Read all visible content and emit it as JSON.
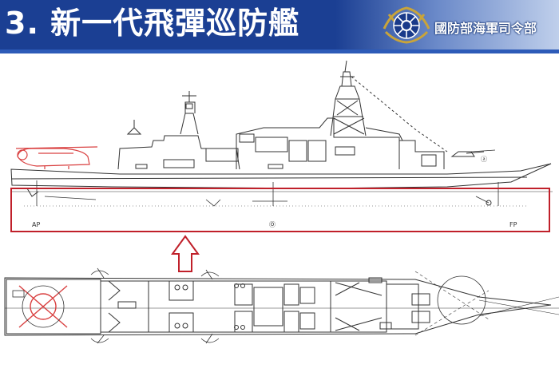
{
  "header": {
    "title": "3. 新一代飛彈巡防艦",
    "organization": "國防部海軍司令部"
  },
  "side_view": {
    "marks": [
      "AP",
      "Ⓞ",
      "FP"
    ],
    "hull_code": "ⓐ"
  },
  "colors": {
    "header_bg": "#1b3f93",
    "highlight_box": "#c0202a",
    "helicopter": "#d94040",
    "drawing": "#333333"
  }
}
